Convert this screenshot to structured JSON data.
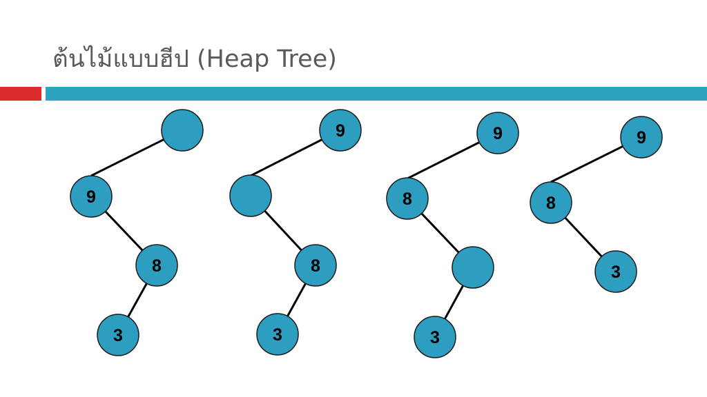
{
  "slide": {
    "title": "ต้นไม้แบบฮีป (Heap Tree)"
  },
  "colors": {
    "accent_red": "#dc2b2b",
    "accent_blue": "#2ea3bf",
    "node_fill": "#2e9ec0"
  },
  "trees": [
    {
      "nodes": [
        {
          "id": "t1n1",
          "label": ""
        },
        {
          "id": "t1n2",
          "label": "9"
        },
        {
          "id": "t1n3",
          "label": "8"
        },
        {
          "id": "t1n4",
          "label": "3"
        }
      ],
      "edges": [
        [
          "t1n1",
          "t1n2"
        ],
        [
          "t1n2",
          "t1n3"
        ],
        [
          "t1n3",
          "t1n4"
        ]
      ]
    },
    {
      "nodes": [
        {
          "id": "t2n1",
          "label": "9"
        },
        {
          "id": "t2n2",
          "label": ""
        },
        {
          "id": "t2n3",
          "label": "8"
        },
        {
          "id": "t2n4",
          "label": "3"
        }
      ],
      "edges": [
        [
          "t2n1",
          "t2n2"
        ],
        [
          "t2n2",
          "t2n3"
        ],
        [
          "t2n3",
          "t2n4"
        ]
      ]
    },
    {
      "nodes": [
        {
          "id": "t3n1",
          "label": "9"
        },
        {
          "id": "t3n2",
          "label": "8"
        },
        {
          "id": "t3n3",
          "label": ""
        },
        {
          "id": "t3n4",
          "label": "3"
        }
      ],
      "edges": [
        [
          "t3n1",
          "t3n2"
        ],
        [
          "t3n2",
          "t3n3"
        ],
        [
          "t3n3",
          "t3n4"
        ]
      ]
    },
    {
      "nodes": [
        {
          "id": "t4n1",
          "label": "9"
        },
        {
          "id": "t4n2",
          "label": "8"
        },
        {
          "id": "t4n3",
          "label": "3"
        }
      ],
      "edges": [
        [
          "t4n1",
          "t4n2"
        ],
        [
          "t4n2",
          "t4n3"
        ]
      ]
    }
  ]
}
